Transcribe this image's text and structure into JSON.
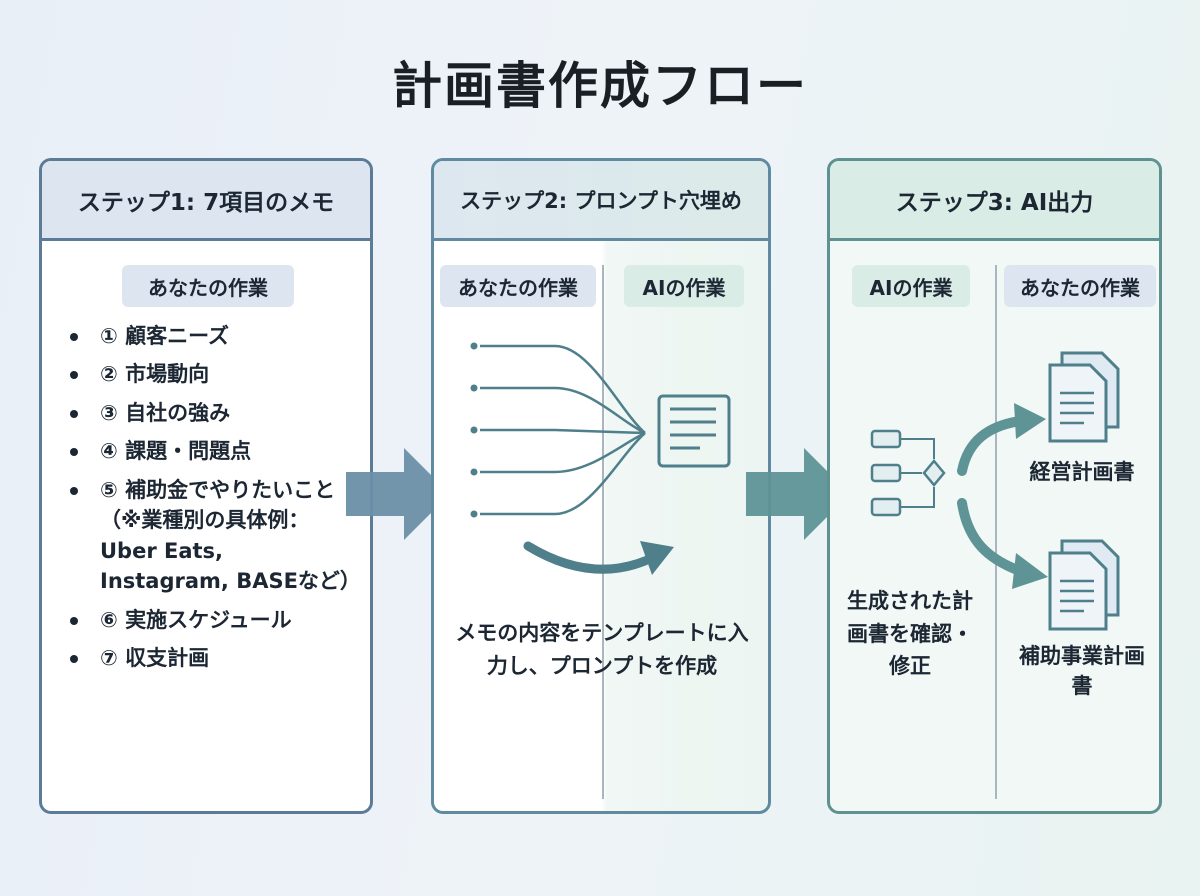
{
  "title": "計画書作成フロー",
  "colors": {
    "step1": "#5b7b97",
    "step2": "#5f8aa0",
    "step3": "#5f9190",
    "arrow": "#6b8fa8",
    "arrow_teal": "#5e9496"
  },
  "step1": {
    "header": "ステップ1: 7項目のメモ",
    "role": "あなたの作業",
    "items": [
      "① 顧客ニーズ",
      "② 市場動向",
      "③ 自社の強み",
      "④ 課題・問題点",
      "⑤ 補助金でやりたいこと（※業種別の具体例：Uber Eats, Instagram, BASEなど）",
      "⑥ 実施スケジュール",
      "⑦ 収支計画"
    ]
  },
  "step2": {
    "header": "ステップ2: プロンプト穴埋め",
    "role_you": "あなたの作業",
    "role_ai": "AIの作業",
    "description": "メモの内容をテンプレートに入力し、プロンプトを作成",
    "icons": [
      "bullet-list-icon",
      "template-document-icon",
      "curved-arrow-icon"
    ]
  },
  "step3": {
    "header": "ステップ3: AI出力",
    "role_ai": "AIの作業",
    "role_you": "あなたの作業",
    "description": "生成された計画書を確認・修正",
    "output1": "経営計画書",
    "output2": "補助事業計画書",
    "icons": [
      "flowchart-icon",
      "document-stack-icon"
    ]
  }
}
